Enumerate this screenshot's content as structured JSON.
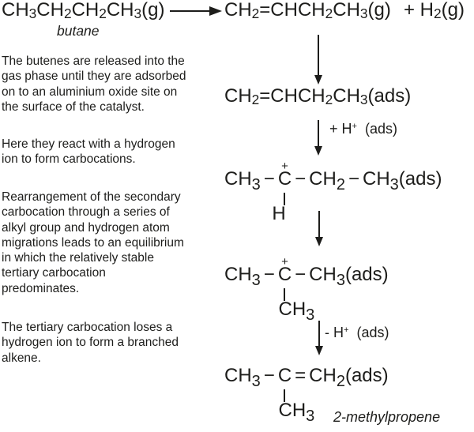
{
  "colors": {
    "ink": "#1d1d1b",
    "background": "#ffffff"
  },
  "top_reaction": {
    "butane_formula": "CH~3~CH~2~CH~2~CH~3~(g)",
    "butane_label": "butane",
    "butene_formula": "CH~2~=CHCH~2~CH~3~(g)",
    "hydrogen_product": "+ H~2~(g)"
  },
  "left_text": {
    "paragraph1": [
      "The butenes are released into the",
      "gas phase until they are adsorbed",
      "on to an aluminium oxide site on",
      "the surface of the catalyst."
    ],
    "paragraph2": [
      "Here they react with a hydrogen",
      "ion to form carbocations."
    ],
    "paragraph3": [
      "Rearrangement of the secondary",
      "carbocation through a series of",
      "alkyl group and hydrogen atom",
      "migrations leads to an equilibrium",
      "in which the relatively stable",
      "tertiary carbocation",
      "predominates."
    ],
    "paragraph4": [
      "The tertiary carbocation loses a",
      "hydrogen ion to form a branched",
      "alkene."
    ]
  },
  "mechanism": {
    "butene_adsorbed": "CH~2~=CHCH~2~CH~3~(ads)",
    "add_h_label": "+ H^+^  (ads)",
    "secondary_carbocation": {
      "left_group": "CH~3~",
      "bond1": "−",
      "center": "C",
      "charge": "+",
      "below": "H",
      "bond2": "−",
      "mid_group": "CH~2~",
      "bond3": "−",
      "right_group": "CH~3~(ads)"
    },
    "tertiary_carbocation": {
      "left_group": "CH~3~",
      "bond1": "−",
      "center": "C",
      "charge": "+",
      "below": "CH~3~",
      "bond2": "−",
      "right_group": "CH~3~(ads)"
    },
    "lose_h_label": "- H^+^  (ads)",
    "product": {
      "left_group": "CH~3~",
      "bond1": "−",
      "center": "C",
      "below": "CH~3~",
      "bond2": "=",
      "right_group": "CH~2~(ads)"
    },
    "product_label": "2-methylpropene"
  }
}
